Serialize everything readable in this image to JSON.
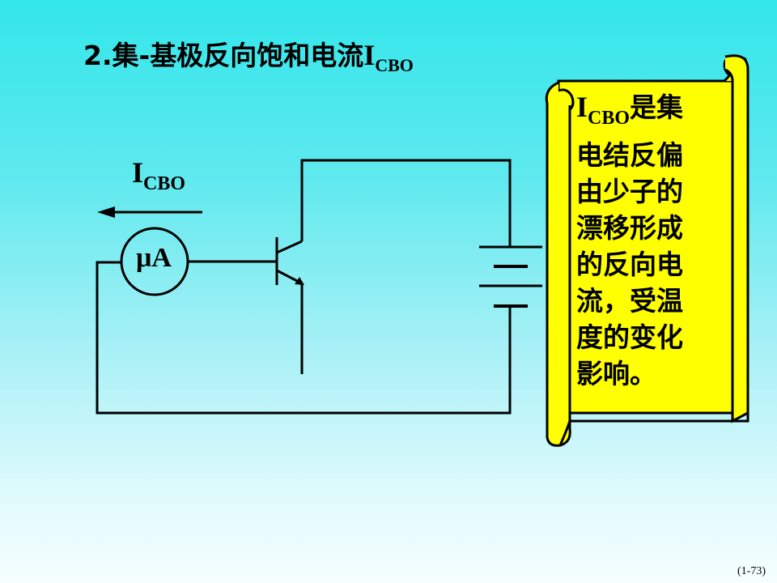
{
  "title": {
    "prefix": "2.集-基极反向饱和电流",
    "symbol": "I",
    "subscript": "CBO"
  },
  "circuit": {
    "current_symbol": "I",
    "current_subscript": "CBO",
    "meter_label": "μA"
  },
  "callout": {
    "symbol": "I",
    "subscript": "CBO",
    "first_line_rest": "是集",
    "lines": [
      "电结反偏",
      "由少子的",
      "漂移形成",
      "的反向电",
      "流，受温",
      "度的变化",
      "影响。"
    ]
  },
  "page_number": "(1-73)",
  "colors": {
    "background_top": "#33e6ea",
    "background_bottom": "#f6feff",
    "scroll_fill": "#ffff00",
    "scroll_border": "#000000"
  }
}
